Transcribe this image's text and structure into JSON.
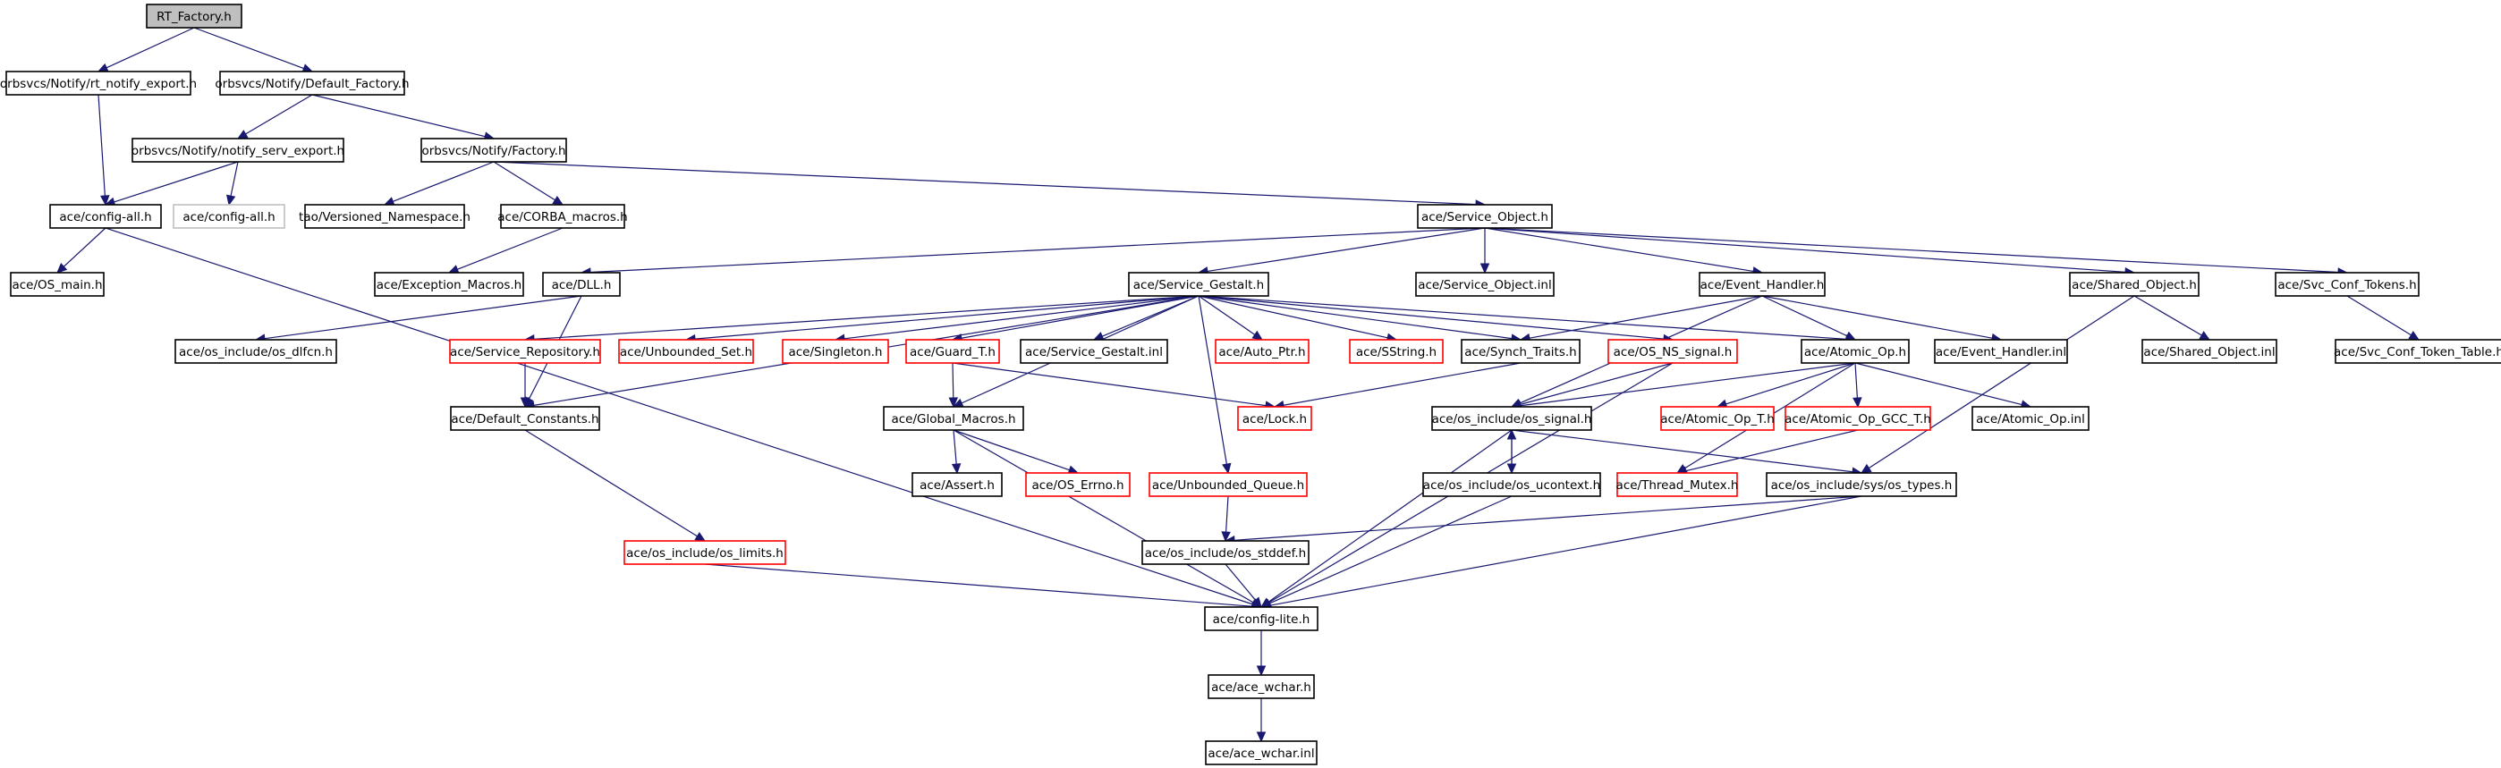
{
  "graph": {
    "title": "",
    "edge_color": "#191970",
    "root_fill": "#bfbfbf",
    "truncated_border": "#ff0000",
    "undocumented_border": "#bfbfbf",
    "nodes": [
      {
        "id": "rt_factory",
        "label": "RT_Factory.h",
        "kind": "root"
      },
      {
        "id": "rt_notify_export",
        "label": "orbsvcs/Notify/rt_notify_export.h",
        "kind": "normal"
      },
      {
        "id": "default_factory",
        "label": "orbsvcs/Notify/Default_Factory.h",
        "kind": "normal"
      },
      {
        "id": "notify_serv_export",
        "label": "orbsvcs/Notify/notify_serv_export.h",
        "kind": "normal"
      },
      {
        "id": "factory",
        "label": "orbsvcs/Notify/Factory.h",
        "kind": "normal"
      },
      {
        "id": "config_all",
        "label": "ace/config-all.h",
        "kind": "normal"
      },
      {
        "id": "config_all_gray",
        "label": "ace/config-all.h",
        "kind": "undocumented"
      },
      {
        "id": "versioned_ns",
        "label": "tao/Versioned_Namespace.h",
        "kind": "normal"
      },
      {
        "id": "corba_macros",
        "label": "ace/CORBA_macros.h",
        "kind": "normal"
      },
      {
        "id": "service_object",
        "label": "ace/Service_Object.h",
        "kind": "normal"
      },
      {
        "id": "os_main",
        "label": "ace/OS_main.h",
        "kind": "normal"
      },
      {
        "id": "exception_macros",
        "label": "ace/Exception_Macros.h",
        "kind": "normal"
      },
      {
        "id": "dll",
        "label": "ace/DLL.h",
        "kind": "normal"
      },
      {
        "id": "service_gestalt",
        "label": "ace/Service_Gestalt.h",
        "kind": "normal"
      },
      {
        "id": "service_object_inl",
        "label": "ace/Service_Object.inl",
        "kind": "normal"
      },
      {
        "id": "event_handler",
        "label": "ace/Event_Handler.h",
        "kind": "normal"
      },
      {
        "id": "shared_object",
        "label": "ace/Shared_Object.h",
        "kind": "normal"
      },
      {
        "id": "svc_conf_tokens",
        "label": "ace/Svc_Conf_Tokens.h",
        "kind": "normal"
      },
      {
        "id": "os_dlfcn",
        "label": "ace/os_include/os_dlfcn.h",
        "kind": "normal"
      },
      {
        "id": "service_repository",
        "label": "ace/Service_Repository.h",
        "kind": "truncated"
      },
      {
        "id": "unbounded_set",
        "label": "ace/Unbounded_Set.h",
        "kind": "truncated"
      },
      {
        "id": "singleton",
        "label": "ace/Singleton.h",
        "kind": "truncated"
      },
      {
        "id": "guard_t",
        "label": "ace/Guard_T.h",
        "kind": "truncated"
      },
      {
        "id": "service_gestalt_inl",
        "label": "ace/Service_Gestalt.inl",
        "kind": "normal"
      },
      {
        "id": "auto_ptr",
        "label": "ace/Auto_Ptr.h",
        "kind": "truncated"
      },
      {
        "id": "sstring",
        "label": "ace/SString.h",
        "kind": "truncated"
      },
      {
        "id": "synch_traits",
        "label": "ace/Synch_Traits.h",
        "kind": "normal"
      },
      {
        "id": "os_ns_signal",
        "label": "ace/OS_NS_signal.h",
        "kind": "truncated"
      },
      {
        "id": "atomic_op",
        "label": "ace/Atomic_Op.h",
        "kind": "normal"
      },
      {
        "id": "event_handler_inl",
        "label": "ace/Event_Handler.inl",
        "kind": "normal"
      },
      {
        "id": "shared_object_inl",
        "label": "ace/Shared_Object.inl",
        "kind": "normal"
      },
      {
        "id": "svc_conf_token_table",
        "label": "ace/Svc_Conf_Token_Table.h",
        "kind": "normal"
      },
      {
        "id": "default_constants",
        "label": "ace/Default_Constants.h",
        "kind": "normal"
      },
      {
        "id": "global_macros",
        "label": "ace/Global_Macros.h",
        "kind": "normal"
      },
      {
        "id": "lock",
        "label": "ace/Lock.h",
        "kind": "truncated"
      },
      {
        "id": "os_signal",
        "label": "ace/os_include/os_signal.h",
        "kind": "normal"
      },
      {
        "id": "atomic_op_t",
        "label": "ace/Atomic_Op_T.h",
        "kind": "truncated"
      },
      {
        "id": "atomic_op_gcc_t",
        "label": "ace/Atomic_Op_GCC_T.h",
        "kind": "truncated"
      },
      {
        "id": "atomic_op_inl",
        "label": "ace/Atomic_Op.inl",
        "kind": "normal"
      },
      {
        "id": "assert",
        "label": "ace/Assert.h",
        "kind": "normal"
      },
      {
        "id": "os_errno",
        "label": "ace/OS_Errno.h",
        "kind": "truncated"
      },
      {
        "id": "unbounded_queue",
        "label": "ace/Unbounded_Queue.h",
        "kind": "truncated"
      },
      {
        "id": "os_ucontext",
        "label": "ace/os_include/os_ucontext.h",
        "kind": "normal"
      },
      {
        "id": "thread_mutex",
        "label": "ace/Thread_Mutex.h",
        "kind": "truncated"
      },
      {
        "id": "os_types",
        "label": "ace/os_include/sys/os_types.h",
        "kind": "normal"
      },
      {
        "id": "os_limits",
        "label": "ace/os_include/os_limits.h",
        "kind": "truncated"
      },
      {
        "id": "os_stddef",
        "label": "ace/os_include/os_stddef.h",
        "kind": "normal"
      },
      {
        "id": "config_lite",
        "label": "ace/config-lite.h",
        "kind": "normal"
      },
      {
        "id": "ace_wchar",
        "label": "ace/ace_wchar.h",
        "kind": "normal"
      },
      {
        "id": "ace_wchar_inl",
        "label": "ace/ace_wchar.inl",
        "kind": "normal"
      }
    ],
    "edges": [
      {
        "from": "rt_factory",
        "to": "rt_notify_export"
      },
      {
        "from": "rt_factory",
        "to": "default_factory"
      },
      {
        "from": "rt_notify_export",
        "to": "config_all"
      },
      {
        "from": "default_factory",
        "to": "notify_serv_export"
      },
      {
        "from": "default_factory",
        "to": "factory"
      },
      {
        "from": "notify_serv_export",
        "to": "config_all"
      },
      {
        "from": "notify_serv_export",
        "to": "config_all_gray"
      },
      {
        "from": "factory",
        "to": "versioned_ns"
      },
      {
        "from": "factory",
        "to": "corba_macros"
      },
      {
        "from": "factory",
        "to": "service_object"
      },
      {
        "from": "config_all",
        "to": "os_main"
      },
      {
        "from": "config_all",
        "to": "config_lite"
      },
      {
        "from": "corba_macros",
        "to": "exception_macros"
      },
      {
        "from": "service_object",
        "to": "dll"
      },
      {
        "from": "service_object",
        "to": "service_gestalt"
      },
      {
        "from": "service_object",
        "to": "service_object_inl"
      },
      {
        "from": "service_object",
        "to": "event_handler"
      },
      {
        "from": "service_object",
        "to": "shared_object"
      },
      {
        "from": "service_object",
        "to": "svc_conf_tokens"
      },
      {
        "from": "dll",
        "to": "os_dlfcn"
      },
      {
        "from": "dll",
        "to": "default_constants"
      },
      {
        "from": "service_gestalt",
        "to": "default_constants"
      },
      {
        "from": "service_gestalt",
        "to": "service_repository"
      },
      {
        "from": "service_gestalt",
        "to": "unbounded_set"
      },
      {
        "from": "service_gestalt",
        "to": "singleton"
      },
      {
        "from": "service_gestalt",
        "to": "guard_t"
      },
      {
        "from": "service_gestalt",
        "to": "service_gestalt_inl"
      },
      {
        "from": "service_gestalt",
        "to": "auto_ptr"
      },
      {
        "from": "service_gestalt",
        "to": "sstring"
      },
      {
        "from": "service_gestalt",
        "to": "synch_traits"
      },
      {
        "from": "service_gestalt",
        "to": "os_ns_signal"
      },
      {
        "from": "service_gestalt",
        "to": "atomic_op"
      },
      {
        "from": "service_gestalt",
        "to": "unbounded_queue"
      },
      {
        "from": "service_gestalt",
        "to": "global_macros"
      },
      {
        "from": "event_handler",
        "to": "synch_traits"
      },
      {
        "from": "event_handler",
        "to": "atomic_op"
      },
      {
        "from": "event_handler",
        "to": "event_handler_inl"
      },
      {
        "from": "event_handler",
        "to": "os_signal"
      },
      {
        "from": "shared_object",
        "to": "shared_object_inl"
      },
      {
        "from": "shared_object",
        "to": "os_types"
      },
      {
        "from": "svc_conf_tokens",
        "to": "svc_conf_token_table"
      },
      {
        "from": "service_repository",
        "to": "default_constants"
      },
      {
        "from": "guard_t",
        "to": "global_macros"
      },
      {
        "from": "guard_t",
        "to": "lock"
      },
      {
        "from": "synch_traits",
        "to": "lock"
      },
      {
        "from": "os_ns_signal",
        "to": "os_signal"
      },
      {
        "from": "os_ns_signal",
        "to": "config_lite"
      },
      {
        "from": "atomic_op",
        "to": "os_signal"
      },
      {
        "from": "atomic_op",
        "to": "atomic_op_t"
      },
      {
        "from": "atomic_op",
        "to": "atomic_op_gcc_t"
      },
      {
        "from": "atomic_op",
        "to": "atomic_op_inl"
      },
      {
        "from": "atomic_op",
        "to": "thread_mutex"
      },
      {
        "from": "default_constants",
        "to": "os_limits"
      },
      {
        "from": "global_macros",
        "to": "assert"
      },
      {
        "from": "global_macros",
        "to": "os_errno"
      },
      {
        "from": "global_macros",
        "to": "config_lite"
      },
      {
        "from": "os_signal",
        "to": "os_ucontext"
      },
      {
        "from": "os_signal",
        "to": "os_types"
      },
      {
        "from": "os_signal",
        "to": "config_lite"
      },
      {
        "from": "os_ucontext",
        "to": "os_signal"
      },
      {
        "from": "os_ucontext",
        "to": "config_lite"
      },
      {
        "from": "atomic_op_gcc_t",
        "to": "thread_mutex"
      },
      {
        "from": "unbounded_queue",
        "to": "os_stddef"
      },
      {
        "from": "os_types",
        "to": "os_stddef"
      },
      {
        "from": "os_types",
        "to": "config_lite"
      },
      {
        "from": "os_limits",
        "to": "config_lite"
      },
      {
        "from": "os_stddef",
        "to": "config_lite"
      },
      {
        "from": "config_lite",
        "to": "ace_wchar"
      },
      {
        "from": "ace_wchar",
        "to": "ace_wchar_inl"
      }
    ]
  }
}
